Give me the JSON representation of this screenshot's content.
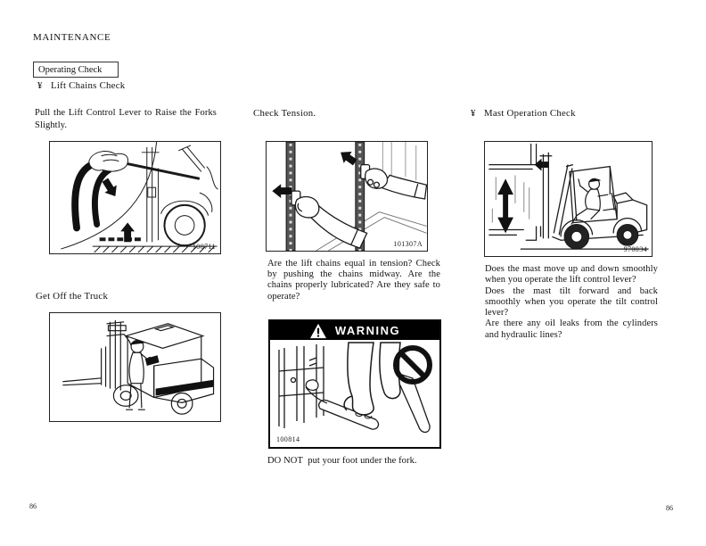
{
  "page": {
    "title": "MAINTENANCE",
    "section_label": "Operating Check",
    "page_number_left": "86",
    "page_number_right": "86"
  },
  "left_column": {
    "bullet": "¥",
    "subsection": "Lift Chains Check",
    "step1_text": "Pull the Lift Control Lever to Raise the Forks Slightly.",
    "figure1_label": "100711",
    "step2_text": "Get Off the Truck"
  },
  "middle_column": {
    "heading": "Check Tension.",
    "figure_label": "101307A",
    "body": "Are the lift chains equal in tension?  Check by pushing the chains midway.  Are the chains properly lubricated?  Are they safe to operate?",
    "warning": {
      "title": "WARNING",
      "figure_label": "100814",
      "caption": "DO NOT  put your foot under the fork."
    }
  },
  "right_column": {
    "bullet": "¥",
    "heading": "Mast Operation Check",
    "figure_label": "970034",
    "body": [
      "Does the mast move up and down smoothly when you operate the lift control lever?",
      "Does the mast tilt forward and back smoothly when you operate the tilt control lever?",
      "Are there any oil leaks from the cylinders and hydraulic lines?"
    ]
  },
  "colors": {
    "ink": "#111111",
    "paper": "#ffffff",
    "warning_bg": "#000000",
    "warning_fg": "#ffffff"
  }
}
